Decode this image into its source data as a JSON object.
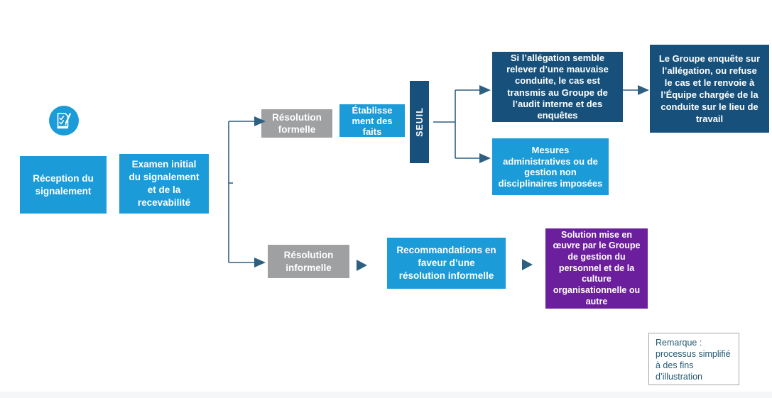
{
  "palette": {
    "blue": "#1B9BD7",
    "navy": "#17517B",
    "gray": "#9FA0A2",
    "purple": "#6C1F9C",
    "line": "#2D5F80",
    "note_text": "#235A74",
    "note_border": "#A6A6A6",
    "bg": "#FFFFFF"
  },
  "diagram": {
    "nodes": {
      "reception": "Réception du signalement",
      "examen": "Examen initial du signalement et de la recevabilité",
      "resolution_formelle": "Résolution formelle",
      "etablissement": "Établisse​ment des faits",
      "seuil": "SEUIL",
      "si_allegation": "Si l’allégation semble relever d’une mauvaise conduite, le cas est transmis au Groupe de l’audit interne et des enquêtes",
      "groupe_enquete": "Le Groupe enquête sur l’allégation, ou refuse le cas et le renvoie à l’Équipe chargée de la conduite sur le lieu de travail",
      "mesures": "Mesures administratives ou de gestion non disciplinaires imposées",
      "resolution_informelle": "Résolution informelle",
      "recommandations": "Recommandations en faveur d’une résolution informelle",
      "solution": "Solution mise en œuvre par le Groupe de gestion du personnel et de la culture organisationnelle ou autre"
    },
    "note": "Remarque : processus simplifié à des fins d’illustration"
  }
}
